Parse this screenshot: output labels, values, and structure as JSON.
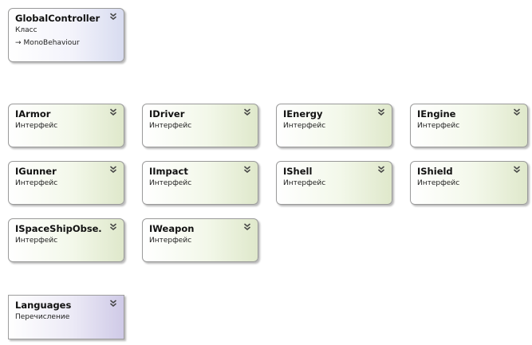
{
  "classes": [
    {
      "name": "GlobalController",
      "kind": "Класс",
      "base_arrow": "→",
      "base": "MonoBehaviour"
    }
  ],
  "interfaces": [
    {
      "name": "IArmor",
      "kind": "Интерфейс"
    },
    {
      "name": "IDriver",
      "kind": "Интерфейс"
    },
    {
      "name": "IEnergy",
      "kind": "Интерфейс"
    },
    {
      "name": "IEngine",
      "kind": "Интерфейс"
    },
    {
      "name": "IGunner",
      "kind": "Интерфейс"
    },
    {
      "name": "IImpact",
      "kind": "Интерфейс"
    },
    {
      "name": "IShell",
      "kind": "Интерфейс"
    },
    {
      "name": "IShield",
      "kind": "Интерфейс"
    },
    {
      "name": "ISpaceShipObse…",
      "kind": "Интерфейс"
    },
    {
      "name": "IWeapon",
      "kind": "Интерфейс"
    }
  ],
  "enums": [
    {
      "name": "Languages",
      "kind": "Перечисление"
    }
  ],
  "icons": {
    "expand": "chevron-double-down-icon",
    "base_type": "inherit-arrow-icon"
  },
  "colors": {
    "class_fill": "#d8dcf0",
    "interface_fill": "#dfe8cb",
    "enum_fill": "#cfcae7",
    "border": "#9a9a9a"
  }
}
